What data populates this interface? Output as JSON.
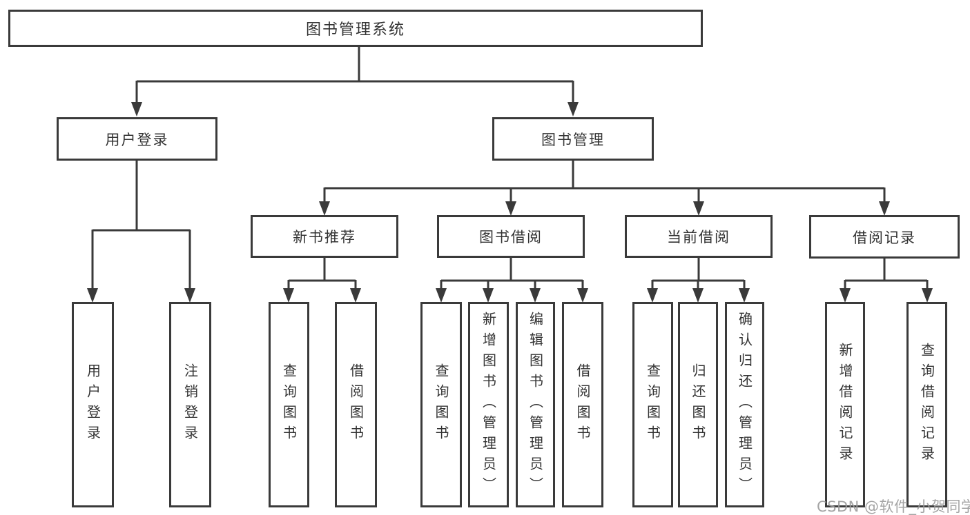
{
  "title": "图书管理系统",
  "colors": {
    "line": "#3a3a3a",
    "text": "#333333",
    "background": "#ffffff",
    "watermark_text_color": "#9b9b9b"
  },
  "nodes": {
    "root": {
      "label": "图书管理系统"
    },
    "user_login": {
      "label": "用户登录"
    },
    "book_mgmt": {
      "label": "图书管理"
    },
    "new_book_rec": {
      "label": "新书推荐"
    },
    "book_borrow": {
      "label": "图书借阅"
    },
    "current_borrow": {
      "label": "当前借阅"
    },
    "borrow_records": {
      "label": "借阅记录"
    },
    "ul_user_login": {
      "label": "用户登录"
    },
    "ul_logout": {
      "label": "注销登录"
    },
    "nb_query_books": {
      "label": "查询图书"
    },
    "nb_borrow_books": {
      "label": "借阅图书"
    },
    "bb_query_books": {
      "label": "查询图书"
    },
    "bb_add_books_admin": {
      "label": "新增图书（管理员）"
    },
    "bb_edit_books_admin": {
      "label": "编辑图书（管理员）"
    },
    "bb_borrow_books": {
      "label": "借阅图书"
    },
    "cb_query_books": {
      "label": "查询图书"
    },
    "cb_return_books": {
      "label": "归还图书"
    },
    "cb_confirm_return_admin": {
      "label": "确认归还（管理员）"
    },
    "br_add_borrow_record": {
      "label": "新增借阅记录"
    },
    "br_query_borrow_record": {
      "label": "查询借阅记录"
    }
  },
  "watermark": {
    "text": "CSDN @软件_小贺同学"
  }
}
